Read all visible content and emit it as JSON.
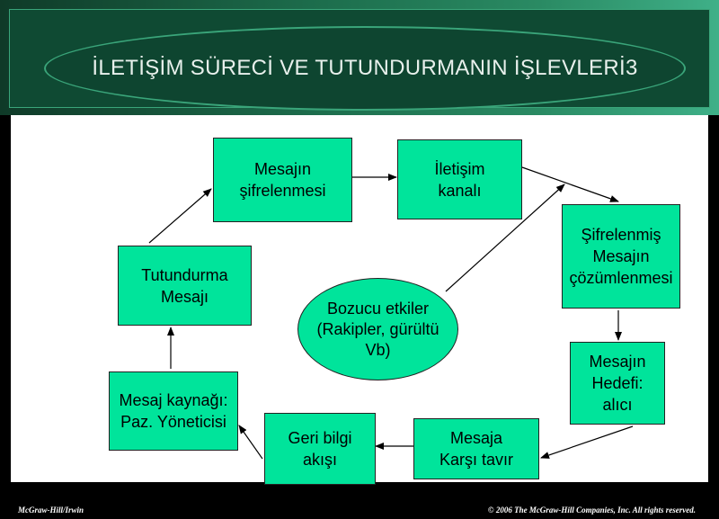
{
  "title": "İLETİŞİM SÜRECİ VE TUTUNDURMANIN İŞLEVLERİ3",
  "nodes": {
    "encoding": "Mesajın\nşifrelenmesi",
    "channel": "İletişim\nkanalı",
    "decoding": "Şifrelenmiş\nMesajın\nçözümlenmesi",
    "receiver": "Mesajın\nHedefi:\nalıcı",
    "response": "Mesaja\nKarşı tavır",
    "feedback": "Geri bilgi\nakışı",
    "source": "Mesaj kaynağı:\nPaz. Yöneticisi",
    "promo": "Tutundurma\nMesajı",
    "noise": "Bozucu etkiler\n(Rakipler, gürültü\nVb)"
  },
  "footer": {
    "left": "McGraw-Hill/Irwin",
    "right": "© 2006 The McGraw-Hill Companies, Inc. All rights reserved."
  },
  "colors": {
    "node_fill": "#00e49b",
    "header_dark": "#0f4a33",
    "accent": "#3aa57a"
  }
}
